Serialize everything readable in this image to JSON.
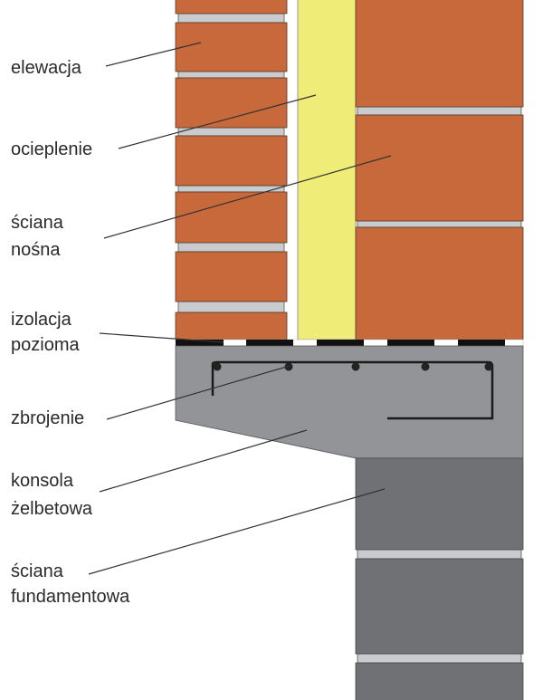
{
  "labels": {
    "elewacja": "elewacja",
    "ocieplenie": "ocieplenie",
    "sciana_nosna": [
      "ściana",
      "nośna"
    ],
    "izolacja_pozioma": [
      "izolacja",
      "pozioma"
    ],
    "zbrojenie": "zbrojenie",
    "konsola_zelbetowa": [
      "konsola",
      "żelbetowa"
    ],
    "sciana_fundamentowa": [
      "ściana",
      "fundamentowa"
    ]
  },
  "colors": {
    "brick": "#c8693b",
    "insulation": "#f0ec78",
    "concrete": "#939497",
    "foundation": "#707175",
    "mortar": "#c9cbce"
  }
}
